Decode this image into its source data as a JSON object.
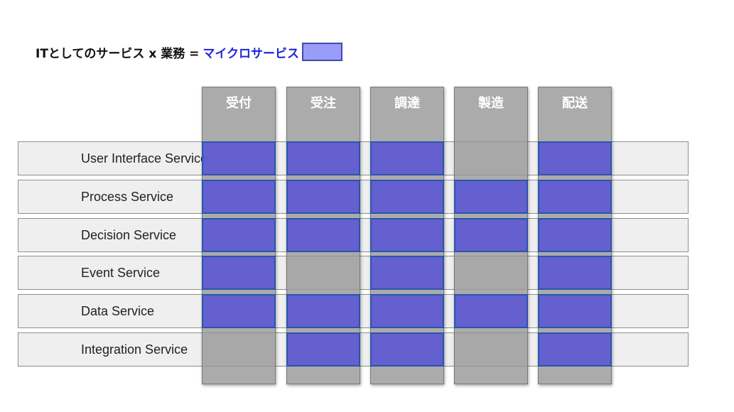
{
  "title": {
    "main": "ITとしてのサービス x 業務 =",
    "accent": "マイクロサービス"
  },
  "colors": {
    "accent_text": "#1f25d6",
    "cell_fill": "#5854d6",
    "legend_fill": "#9a9cf7",
    "column_fill": "#949494",
    "row_fill": "#efefef"
  },
  "columns": [
    "受付",
    "受注",
    "調達",
    "製造",
    "配送"
  ],
  "rows": [
    {
      "label": "User Interface Service",
      "cells": [
        1,
        1,
        1,
        0,
        1
      ]
    },
    {
      "label": "Process Service",
      "cells": [
        1,
        1,
        1,
        1,
        1
      ]
    },
    {
      "label": "Decision Service",
      "cells": [
        1,
        1,
        1,
        1,
        1
      ]
    },
    {
      "label": "Event Service",
      "cells": [
        1,
        0,
        1,
        0,
        1
      ]
    },
    {
      "label": "Data Service",
      "cells": [
        1,
        1,
        1,
        1,
        1
      ]
    },
    {
      "label": "Integration Service",
      "cells": [
        0,
        1,
        1,
        0,
        1
      ]
    }
  ]
}
